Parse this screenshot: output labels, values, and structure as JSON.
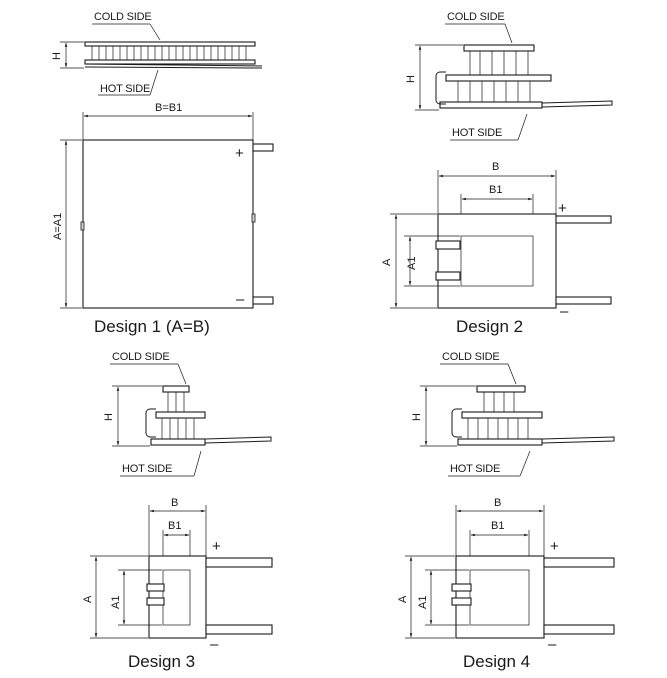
{
  "labels": {
    "cold_side": "COLD SIDE",
    "hot_side": "HOT SIDE",
    "h": "H",
    "a": "A",
    "a1": "A1",
    "a_eq_a1": "A=A1",
    "b": "B",
    "b1": "B1",
    "b_eq_b1": "B=B1",
    "plus": "+",
    "minus": "–"
  },
  "captions": {
    "design1": "Design 1 (A=B)",
    "design2": "Design 2",
    "design3": "Design 3",
    "design4": "Design 4"
  }
}
